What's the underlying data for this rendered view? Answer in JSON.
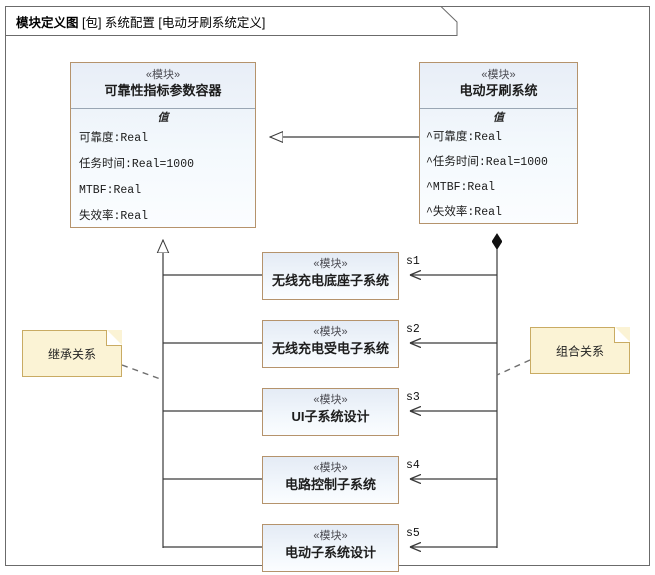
{
  "diagram": {
    "kind_label": "模块定义图",
    "frame_label": "[包] 系统配置  [电动牙刷系统定义]",
    "accent_block_border": "#b5936c",
    "accent_note_fill": "#fbf3d5",
    "accent_note_border": "#c9ab63",
    "line_color": "#3a3a3a"
  },
  "blocks": {
    "reliability": {
      "stereotype": "«模块»",
      "name": "可靠性指标参数容器",
      "compartment_title": "值",
      "properties": [
        "可靠度:Real",
        "任务时间:Real=1000",
        "MTBF:Real",
        "失效率:Real"
      ]
    },
    "toothbrush": {
      "stereotype": "«模块»",
      "name": "电动牙刷系统",
      "compartment_title": "值",
      "properties": [
        "^可靠度:Real",
        "^任务时间:Real=1000",
        "^MTBF:Real",
        "^失效率:Real"
      ]
    }
  },
  "subsystems": [
    {
      "stereotype": "«模块»",
      "name": "无线充电底座子系统",
      "part": "s1"
    },
    {
      "stereotype": "«模块»",
      "name": "无线充电受电子系统",
      "part": "s2"
    },
    {
      "stereotype": "«模块»",
      "name": "UI子系统设计",
      "part": "s3"
    },
    {
      "stereotype": "«模块»",
      "name": "电路控制子系统",
      "part": "s4"
    },
    {
      "stereotype": "«模块»",
      "name": "电动子系统设计",
      "part": "s5"
    }
  ],
  "notes": {
    "inheritance": "继承关系",
    "composition": "组合关系"
  }
}
